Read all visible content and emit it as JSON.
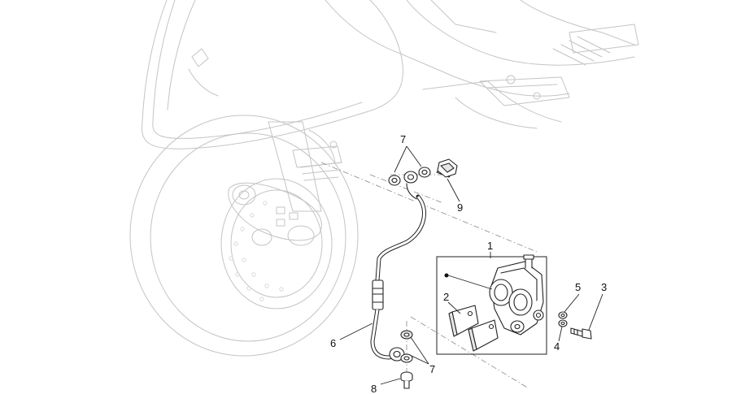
{
  "callouts": {
    "brake_caliper": "1",
    "brake_pads": "2",
    "screw": "3",
    "washer": "4",
    "spring_washer": "5",
    "brake_hose": "6",
    "seal_washers_top": "7",
    "seal_washers_bottom": "7",
    "hose_bolt": "8",
    "banjo_bolt": "9"
  }
}
